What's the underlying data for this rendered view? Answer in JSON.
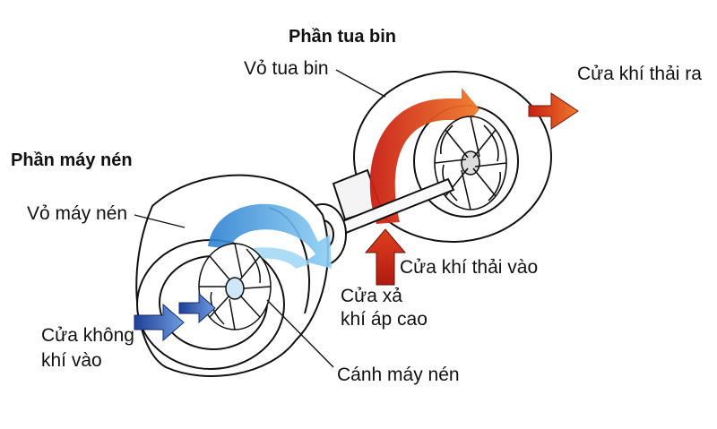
{
  "labels": {
    "turbine_section": "Phần tua bin",
    "turbine_housing": "Vỏ tua bin",
    "exhaust_outlet": "Cửa khí thải ra",
    "compressor_section": "Phần máy nén",
    "compressor_housing": "Vỏ máy nén",
    "exhaust_inlet": "Cửa khí thải vào",
    "high_pressure_outlet_line1": "Cửa xả",
    "high_pressure_outlet_line2": "khí áp cao",
    "air_inlet_line1": "Cửa không",
    "air_inlet_line2": "khí vào",
    "compressor_wheel": "Cánh máy nén"
  },
  "colors": {
    "hot_gas": "#d42a1a",
    "hot_gas_light": "#f07a2a",
    "cool_air": "#3aa0e0",
    "intake_air": "#2a55b0",
    "outline": "#111111"
  },
  "icons": [
    "turbine-wheel-icon",
    "compressor-wheel-icon",
    "shaft-icon",
    "arrow-icon"
  ]
}
